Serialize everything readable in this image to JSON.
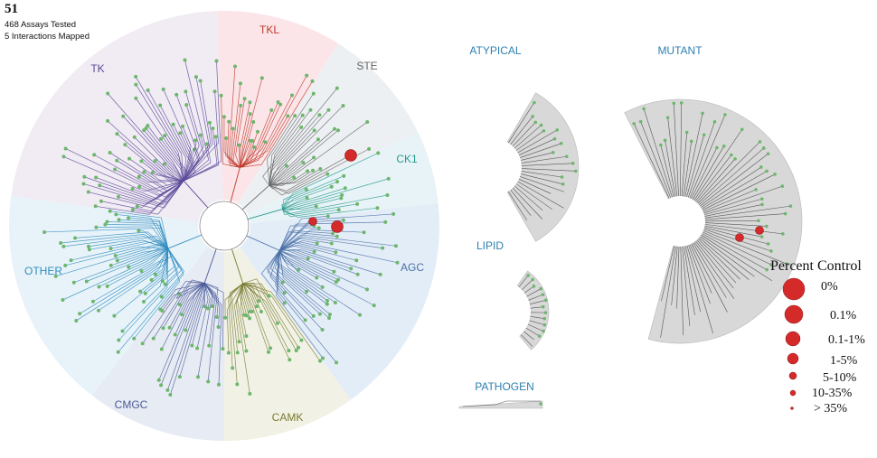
{
  "header": {
    "compound_id": "51",
    "assays_tested": "468 Assays Tested",
    "interactions_mapped": "5 Interactions Mapped"
  },
  "kinome": {
    "groups": [
      {
        "label": "TK",
        "color": "#5b4a9a",
        "fill": "#f1ebf3"
      },
      {
        "label": "TKL",
        "color": "#c0392b",
        "fill": "#fbe5e8"
      },
      {
        "label": "STE",
        "color": "#666666",
        "fill": "#edf0f3"
      },
      {
        "label": "CK1",
        "color": "#2a9a8f",
        "fill": "#e7f3f6"
      },
      {
        "label": "AGC",
        "color": "#4a6fa6",
        "fill": "#e3edf7"
      },
      {
        "label": "CAMK",
        "color": "#7a7a30",
        "fill": "#f1f2e5"
      },
      {
        "label": "CMGC",
        "color": "#4a5a9a",
        "fill": "#e7ebf3"
      },
      {
        "label": "OTHER",
        "color": "#2f8cc0",
        "fill": "#e8f3f9"
      }
    ],
    "hits": [
      {
        "group": "STE",
        "percent_control": "0.1-1%"
      },
      {
        "group": "AGC",
        "percent_control": "0.1-1%"
      },
      {
        "group": "AGC",
        "percent_control": "1-5%"
      }
    ]
  },
  "panels": {
    "atypical": {
      "label": "ATYPICAL"
    },
    "lipid": {
      "label": "LIPID"
    },
    "pathogen": {
      "label": "PATHOGEN"
    },
    "mutant": {
      "label": "MUTANT",
      "hits": [
        {
          "percent_control": "1-5%"
        },
        {
          "percent_control": "1-5%"
        }
      ]
    }
  },
  "legend": {
    "title": "Percent Control",
    "items": [
      "0%",
      "0.1%",
      "0.1-1%",
      "1-5%",
      "5-10%",
      "10-35%",
      "> 35%"
    ]
  },
  "colors": {
    "hit": "#d42a2a",
    "leaf": "#6db66d",
    "panel_label": "#2f7fb0",
    "panel_fill": "#d8d8d8"
  }
}
